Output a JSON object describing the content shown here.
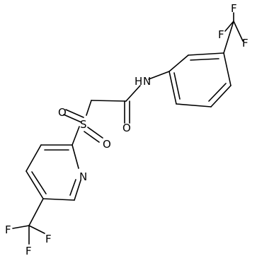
{
  "molecule": {
    "labels": {
      "f_top_1": "F",
      "f_top_2": "F",
      "f_top_3": "F",
      "n_amide": "N",
      "h_amide": "H",
      "o_carbonyl": "O",
      "o_sulfonyl_left": "O",
      "s_sulfonyl": "S",
      "o_sulfonyl_bottom": "O",
      "n_pyridine": "N",
      "f_bottom_1": "F",
      "f_bottom_2": "F",
      "f_bottom_3": "F"
    }
  }
}
